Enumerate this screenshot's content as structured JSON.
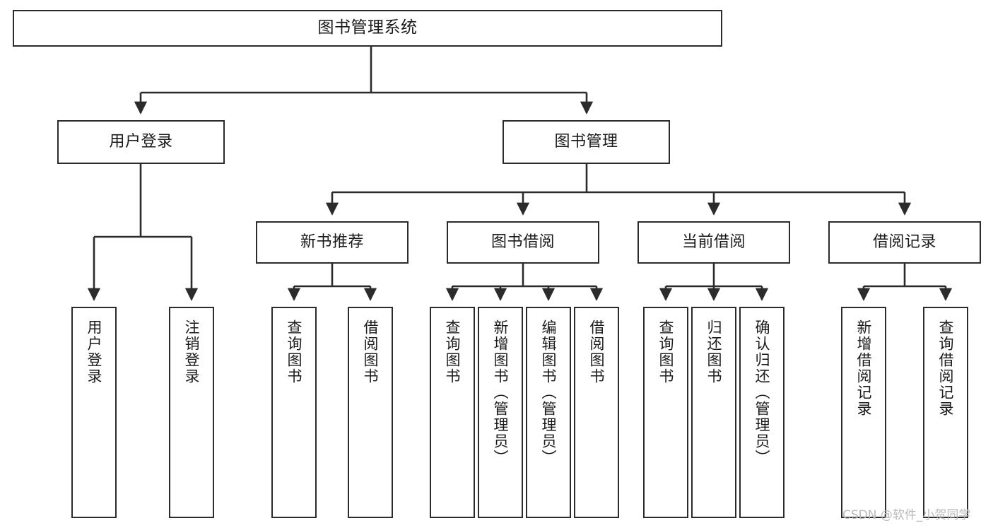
{
  "diagram": {
    "title": "图书管理系统",
    "type": "hierarchy-tree",
    "watermark": "CSDN @软件_小贺同学",
    "colors": {
      "border": "#2b2b2b",
      "background": "#ffffff",
      "text": "#1a1a1a",
      "edge": "#2b2b2b",
      "watermark": "#b9b9b9"
    },
    "nodes": {
      "root": {
        "label": "图书管理系统"
      },
      "level2": [
        {
          "id": "user-login",
          "label": "用户登录"
        },
        {
          "id": "book-manage",
          "label": "图书管理"
        }
      ],
      "level3": [
        {
          "id": "new-book-recommend",
          "label": "新书推荐"
        },
        {
          "id": "book-borrow",
          "label": "图书借阅"
        },
        {
          "id": "current-borrow",
          "label": "当前借阅"
        },
        {
          "id": "borrow-record",
          "label": "借阅记录"
        }
      ],
      "leaves": {
        "user-login": [
          {
            "id": "leaf-user-login",
            "label": "用户登录"
          },
          {
            "id": "leaf-logout",
            "label": "注销登录"
          }
        ],
        "new-book-recommend": [
          {
            "id": "leaf-query-book-1",
            "label": "查询图书"
          },
          {
            "id": "leaf-borrow-book-1",
            "label": "借阅图书"
          }
        ],
        "book-borrow": [
          {
            "id": "leaf-query-book-2",
            "label": "查询图书"
          },
          {
            "id": "leaf-add-book",
            "label": "新增图书（管理员）"
          },
          {
            "id": "leaf-edit-book",
            "label": "编辑图书（管理员）"
          },
          {
            "id": "leaf-borrow-book-2",
            "label": "借阅图书"
          }
        ],
        "current-borrow": [
          {
            "id": "leaf-query-book-3",
            "label": "查询图书"
          },
          {
            "id": "leaf-return-book",
            "label": "归还图书"
          },
          {
            "id": "leaf-confirm-return",
            "label": "确认归还（管理员）"
          }
        ],
        "borrow-record": [
          {
            "id": "leaf-add-record",
            "label": "新增借阅记录"
          },
          {
            "id": "leaf-query-record",
            "label": "查询借阅记录"
          }
        ]
      }
    }
  }
}
